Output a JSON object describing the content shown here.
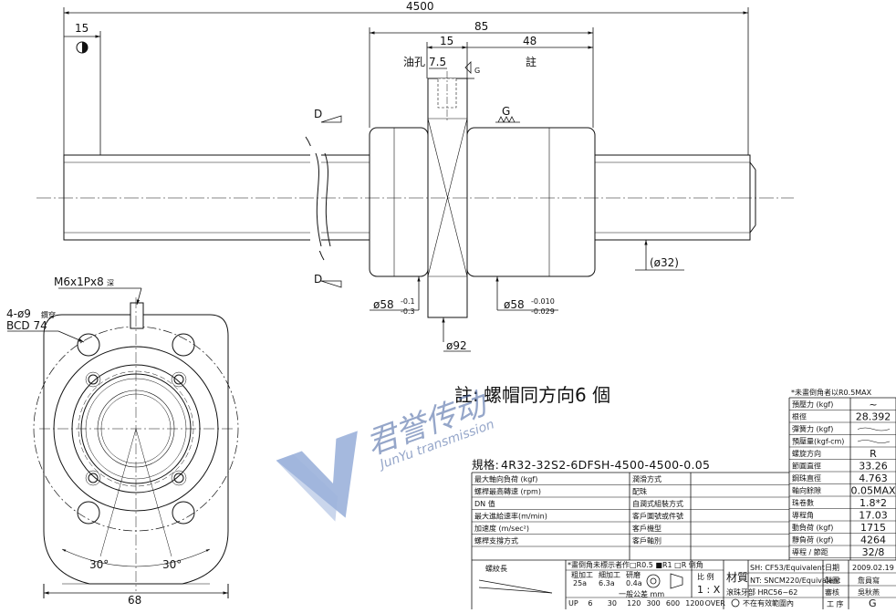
{
  "dimensions": {
    "total_length": "4500",
    "end_offset": "15",
    "nut_length": "85",
    "flange_width": "15",
    "nut_body_length": "48",
    "oil_hole_offset": "7.5",
    "shaft_dia": "(ø32)",
    "nut_od_left": "ø58",
    "nut_od_left_tol_upper": "-0.1",
    "nut_od_left_tol_lower": "-0.3",
    "nut_od_right": "ø58",
    "nut_od_right_tol_upper": "-0.010",
    "nut_od_right_tol_lower": "-0.029",
    "flange_dia": "ø92",
    "tap_thread": "M6x1Px8",
    "tap_thread_suffix": "深",
    "hole_spec": "4-ø9",
    "hole_spec_suffix": "鑽穿",
    "bcd": "BCD 74",
    "angle_left": "30°",
    "angle_right": "30°",
    "flange_cut_width": "68"
  },
  "labels": {
    "oil_hole": "油孔",
    "note_mark": "註",
    "section_d_top": "D",
    "section_d_bottom": "D",
    "datum_g_top": "G",
    "datum_g_mid": "G"
  },
  "note": {
    "prefix": "註:",
    "text": "螺帽同方向6 個"
  },
  "watermark": {
    "brand_cn": "君誉传动",
    "brand_en": "JunYu transmission"
  },
  "spec_line": {
    "label": "規格:",
    "value": "4R32-32S2-6DFSH-4500-4500-0.05"
  },
  "right_table": {
    "header": "*未畫倒角者以R0.5MAX",
    "rows": [
      {
        "label": "預壓力 (kgf)",
        "value": "~"
      },
      {
        "label": "根徑",
        "value": "28.392"
      },
      {
        "label": "彈簧力 (kgf)",
        "value": ""
      },
      {
        "label": "預壓量(kgf-cm)",
        "value": ""
      },
      {
        "label": "螺旋方向",
        "value": "R"
      },
      {
        "label": "節圓直徑",
        "value": "33.26"
      },
      {
        "label": "鋼珠直徑",
        "value": "4.763"
      },
      {
        "label": "軸向餘隙",
        "value": "0.05MAX"
      },
      {
        "label": "珠卷數",
        "value": "1.8*2"
      },
      {
        "label": "導程角",
        "value": "17.03"
      },
      {
        "label": "動負荷 (kgf)",
        "value": "1715"
      },
      {
        "label": "靜負荷 (kgf)",
        "value": "4264"
      },
      {
        "label": "導程 / 節距",
        "value": "32/8"
      }
    ]
  },
  "left_table": {
    "rows": [
      {
        "a": "最大軸向負荷 (kgf)",
        "b": "潤滑方式"
      },
      {
        "a": "螺桿最高轉速 (rpm)",
        "b": "配珠"
      },
      {
        "a": "DN 值",
        "b": "自潤式組裝方式"
      },
      {
        "a": "最大進給速率(m/min)",
        "b": "客戶圖號或件號"
      },
      {
        "a": "加速度 (m/sec²)",
        "b": "客戶機型"
      },
      {
        "a": "螺桿支撐方式",
        "b": "客戶軸別"
      }
    ]
  },
  "bottom_block": {
    "thread_length_label": "螺紋長",
    "chamfer_note": "*畫倒角未標示者作□R0.5 ■R1 □R 倒角",
    "finish_labels": [
      "粗加工",
      "細加工",
      "研磨"
    ],
    "finish_values": [
      "25a",
      "6.3a",
      "0.4a"
    ],
    "scale_label": "比 例",
    "scale_value": "1 : X",
    "tolerance_label": "一般公差 mm",
    "tol_steps": [
      "UP",
      "6",
      "30",
      "120",
      "300",
      "600",
      "1200",
      "OVER"
    ],
    "projection_note": "不在有效範圍內",
    "material_label": "材質",
    "material_sh": "SH: CF53/Equivalent",
    "material_nt": "NT: SNCM220/Equivalent",
    "hardness": "滾珠牙部 HRC56~62",
    "date_label": "日期",
    "date_value": "2009.02.19",
    "drawn_label": "製圖",
    "drawn_value": "詹員寫",
    "check_label": "審核",
    "check_value": "吳秋燕",
    "proc_label": "工 序",
    "proc_value": "G"
  }
}
